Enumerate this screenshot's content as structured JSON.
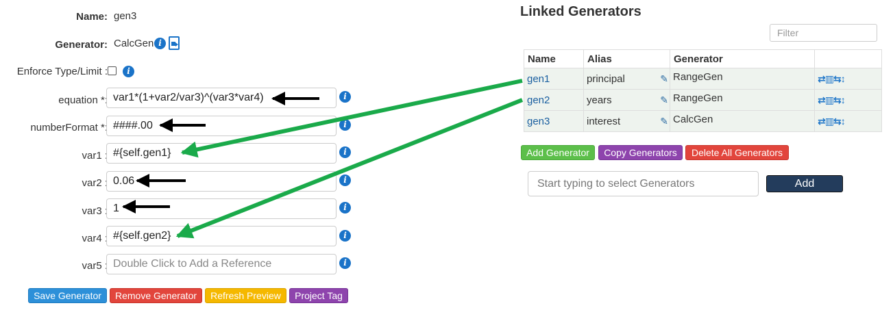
{
  "form": {
    "name_label": "Name:",
    "name_value": "gen3",
    "generator_label": "Generator:",
    "generator_value": "CalcGen",
    "enforce_label": "Enforce Type/Limit :",
    "equation_label": "equation *:",
    "equation_value": "var1*(1+var2/var3)^(var3*var4)",
    "number_format_label": "numberFormat *:",
    "number_format_value": "####.00",
    "var1_label": "var1 :",
    "var1_value": "#{self.gen1}",
    "var2_label": "var2 :",
    "var2_value": "0.06",
    "var3_label": "var3 :",
    "var3_value": "1",
    "var4_label": "var4 :",
    "var4_value": "#{self.gen2}",
    "var5_label": "var5 :",
    "var5_placeholder": "Double Click to Add a Reference"
  },
  "form_buttons": {
    "save": "Save Generator",
    "remove": "Remove Generator",
    "refresh": "Refresh Preview",
    "project_tag": "Project Tag"
  },
  "linked": {
    "title": "Linked Generators",
    "filter_placeholder": "Filter",
    "columns": [
      "Name",
      "Alias",
      "Generator",
      ""
    ],
    "rows": [
      {
        "name": "gen1",
        "alias": "principal",
        "generator": "RangeGen"
      },
      {
        "name": "gen2",
        "alias": "years",
        "generator": "RangeGen"
      },
      {
        "name": "gen3",
        "alias": "interest",
        "generator": "CalcGen"
      }
    ],
    "buttons": {
      "add": "Add Generator",
      "copy": "Copy Generators",
      "delete_all": "Delete All Generators"
    },
    "search_placeholder": "Start typing to select Generators",
    "add_label": "Add"
  },
  "icons": {
    "info": "info-icon",
    "video": "video-icon",
    "pencil": "pencil-icon",
    "actions": [
      "swap-icon",
      "trash-icon",
      "exchange-icon",
      "vertical-arrows-icon"
    ]
  },
  "colors": {
    "primary": "#1a73c8",
    "save": "#2d90d9",
    "remove": "#e2453c",
    "refresh": "#f5b800",
    "project_tag": "#8e44ad",
    "add_generator": "#5cbf4a",
    "copy_generators": "#8e44ad",
    "delete_all": "#e2453c",
    "add_button": "#233c5c",
    "annotation_green": "#1aaa4a",
    "annotation_black": "#000000"
  }
}
